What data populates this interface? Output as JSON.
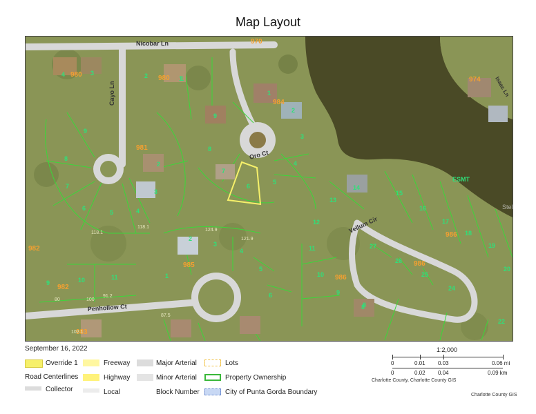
{
  "title": "Map Layout",
  "date": "September 16, 2022",
  "map": {
    "streets": [
      "Nicobar Ln",
      "Cayo Ln",
      "Oro Ct",
      "Vellum Cir",
      "Penhollow Ct",
      "Isaac Ln"
    ],
    "easement_label": "ESMT",
    "block_numbers": [
      "970",
      "980",
      "980",
      "984",
      "981",
      "982",
      "982",
      "986",
      "986",
      "986",
      "985",
      "983",
      "974"
    ],
    "lot_numbers": [
      "4",
      "3",
      "2",
      "1",
      "9",
      "8",
      "7",
      "6",
      "5",
      "4",
      "3",
      "2",
      "1",
      "9",
      "8",
      "7",
      "6",
      "5",
      "4",
      "3",
      "2",
      "1",
      "14",
      "13",
      "12",
      "11",
      "10",
      "9",
      "8",
      "15",
      "16",
      "17",
      "18",
      "19",
      "20",
      "27",
      "26",
      "25",
      "24",
      "22",
      "1",
      "2",
      "3",
      "4",
      "5",
      "6",
      "11",
      "10",
      "9",
      "8"
    ],
    "dimensions": [
      "118.1",
      "118.1",
      "80",
      "100",
      "124.9",
      "121.9",
      "91.2",
      "87.5",
      "102.1"
    ]
  },
  "legend": {
    "override": "Override 1",
    "road_centerlines": "Road Centerlines",
    "collector": "Collector",
    "freeway": "Freeway",
    "highway": "Highway",
    "local": "Local",
    "major_arterial": "Major Arterial",
    "minor_arterial": "Minor Arterial",
    "block_number": "Block Number",
    "lots": "Lots",
    "property_ownership": "Property Ownership",
    "city_boundary": "City of Punta Gorda Boundary",
    "colors": {
      "override": "#f6f06a",
      "freeway": "#fff7a0",
      "highway": "#fff27a",
      "road": "#dcdcdc",
      "lots": "#f0c040",
      "property": "#3ab83a",
      "city": "#9ab8e8"
    }
  },
  "scale": {
    "ratio": "1:2,000",
    "mi_ticks": [
      "0",
      "0.01",
      "0.03",
      "0.06 mi"
    ],
    "km_ticks": [
      "0",
      "0.02",
      "0.04",
      "0.09 km"
    ]
  },
  "credits": {
    "primary": "Charlotte County, Charlotte County GIS",
    "secondary": "Charlotte County GIS",
    "watermark": "Stellar MLS"
  }
}
